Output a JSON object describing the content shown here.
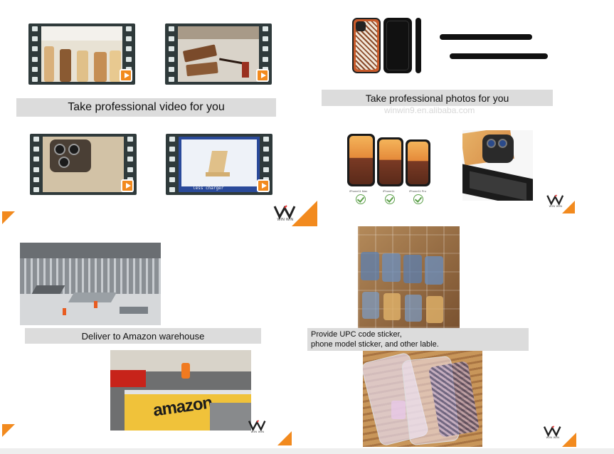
{
  "video_section": {
    "banner": "Take professional video for you",
    "thumbnails": [
      {
        "subject": "wooden phone case backs"
      },
      {
        "subject": "wooden card holders with tassels"
      },
      {
        "subject": "camera cutout close-up"
      },
      {
        "subject": "wooden wireless charger stand",
        "caption": "less charger"
      }
    ]
  },
  "photo_section": {
    "banner": "Take professional photos for you",
    "watermark": "winwin9.en.alibaba.com",
    "models": [
      "iPhone11 Max",
      "iPhone11",
      "iPhone11 Pro"
    ]
  },
  "warehouse_section": {
    "banner": "Deliver to Amazon warehouse",
    "brand_text": "amazon"
  },
  "sticker_section": {
    "line1": "Provide UPC code sticker,",
    "line2": "phone model sticker,  and other lable."
  },
  "logo": {
    "text": "WIN WIN"
  },
  "colors": {
    "accent": "#f28a1e",
    "banner_bg": "#dcdcdc",
    "film": "#2f3a3b"
  }
}
